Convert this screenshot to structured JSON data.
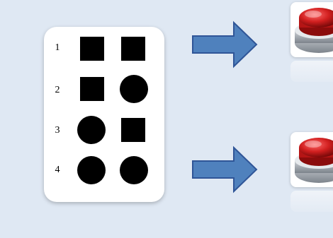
{
  "card": {
    "rows": [
      {
        "label": "1",
        "shapes": [
          "square",
          "square"
        ]
      },
      {
        "label": "2",
        "shapes": [
          "square",
          "circle"
        ]
      },
      {
        "label": "3",
        "shapes": [
          "circle",
          "square"
        ]
      },
      {
        "label": "4",
        "shapes": [
          "circle",
          "circle"
        ]
      }
    ]
  },
  "colors": {
    "background": "#dfe8f3",
    "arrow_fill": "#4f81bd",
    "arrow_stroke": "#2f5597",
    "button_red": "#d11f1f",
    "shape": "#000000"
  },
  "buttons": [
    {
      "icon": "red-push-button-icon"
    },
    {
      "icon": "red-push-button-icon"
    }
  ]
}
